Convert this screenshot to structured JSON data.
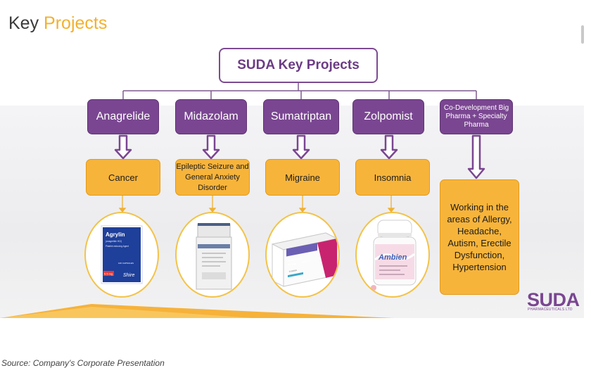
{
  "heading": {
    "word1": "Key",
    "word2": "Projects"
  },
  "root_label": "SUDA Key Projects",
  "projects": [
    {
      "label": "Anagrelide",
      "indication": "Cancer"
    },
    {
      "label": "Midazolam",
      "indication": "Epileptic Seizure and General Anxiety Disorder"
    },
    {
      "label": "Sumatriptan",
      "indication": "Migraine"
    },
    {
      "label": "Zolpomist",
      "indication": "Insomnia"
    },
    {
      "label": "Co-Development Big Pharma + Specialty Pharma",
      "indication": "Working in the areas of Allergy, Headache, Autism, Erectile Dysfunction, Hypertension"
    }
  ],
  "product_images": {
    "agrylin": {
      "brand": "Agrylin",
      "generic": "(anagrelide HCl)",
      "desc": "Platelet-reducing Agent",
      "count": "100 CAPSULES",
      "dose": "0.5 mg",
      "maker": "Shire"
    },
    "sumatriptan": {
      "name": "Sumatriptan",
      "dose": "50 mg",
      "form": "tablets",
      "count": "9 tablets"
    },
    "ambien": {
      "brand": "Ambien"
    }
  },
  "logo": {
    "name": "SUDA",
    "sub": "PHARMACEUTICALS LTD"
  },
  "source_note": "Source: Company's Corporate Presentation",
  "colors": {
    "purple": "#7a4691",
    "orange": "#f7b43b",
    "oval_border": "#f3c349",
    "title_accent": "#f2b130"
  }
}
